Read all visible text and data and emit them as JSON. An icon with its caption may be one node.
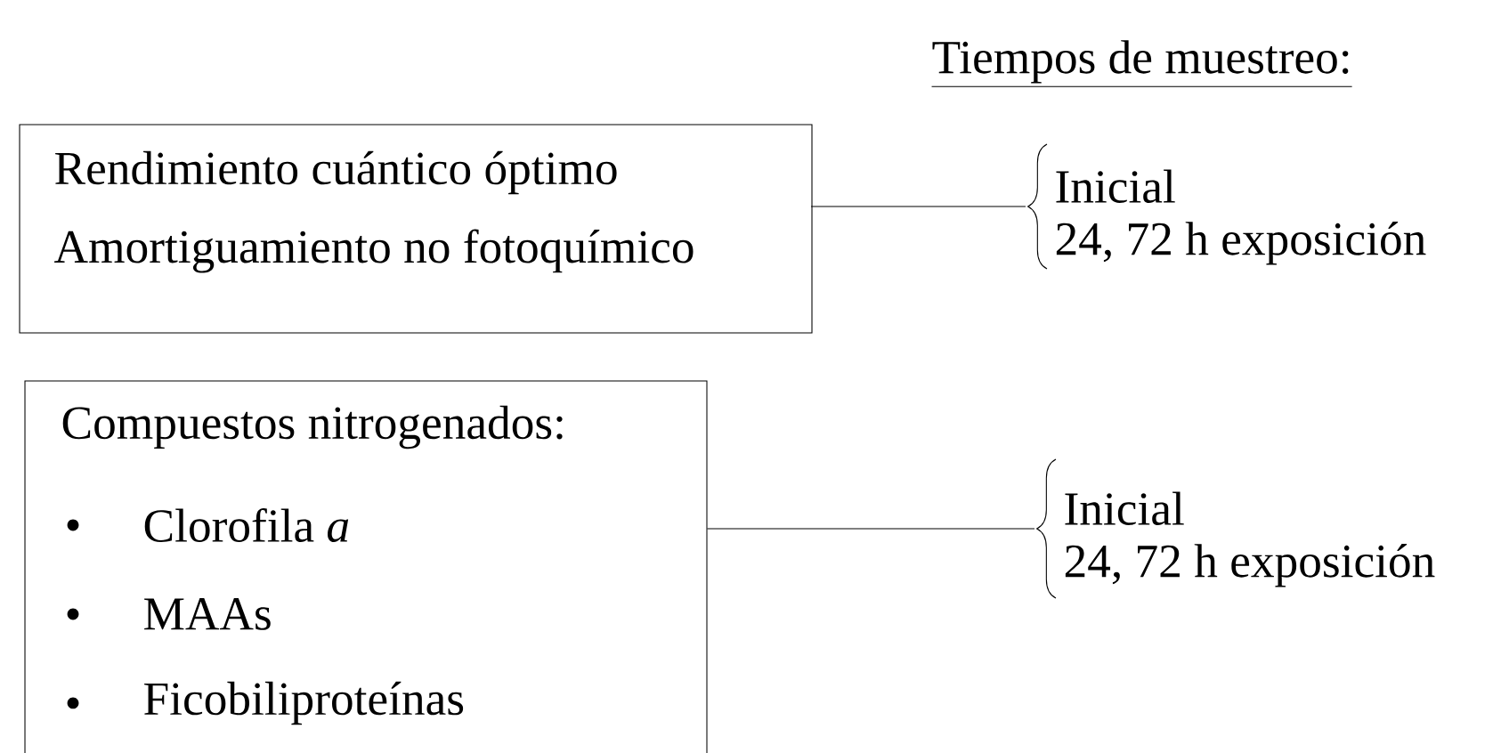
{
  "diagram": {
    "title": "Tiempos de muestreo:",
    "nodes": [
      {
        "text": [
          "Rendimiento cuántico óptimo",
          "Amortiguamiento no fotoquímico"
        ]
      },
      {
        "text": [
          "Inicial",
          "24, 72 h exposición"
        ]
      },
      {
        "text": [
          "Compuestos nitrogenados:",
          "Clorofila *a*",
          "MAAs",
          "Ficobiliproteínas"
        ]
      },
      {
        "text": [
          "Inicial",
          "24, 72 h exposición"
        ]
      }
    ],
    "edges": [
      {
        "from": 0,
        "to": 1,
        "arrow": "none"
      },
      {
        "from": 2,
        "to": 3,
        "arrow": "none"
      }
    ]
  }
}
